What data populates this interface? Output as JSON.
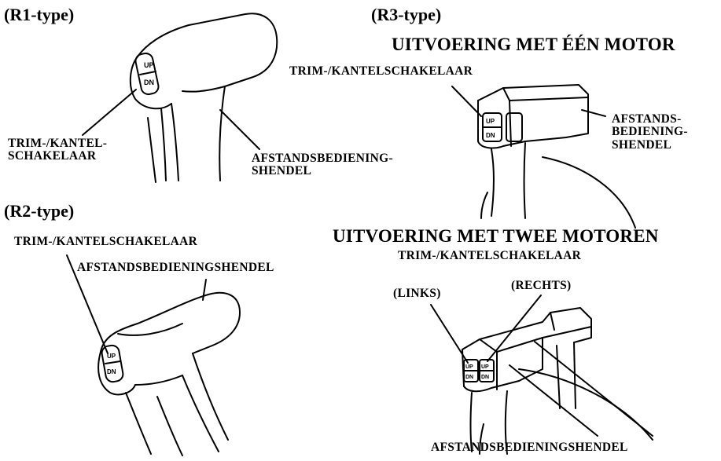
{
  "r1": {
    "heading": "(R1-type)",
    "switch_label_line1": "TRIM-/KANTEL-",
    "switch_label_line2": "SCHAKELAAR",
    "lever_label_line1": "AFSTANDSBEDIENING-",
    "lever_label_line2": "SHENDEL"
  },
  "r2": {
    "heading": "(R2-type)",
    "switch_label": "TRIM-/KANTELSCHAKELAAR",
    "lever_label": "AFSTANDSBEDIENINGSHENDEL"
  },
  "r3": {
    "heading": "(R3-type)",
    "single": {
      "title": "UITVOERING MET ÉÉN MOTOR",
      "switch_label": "TRIM-/KANTELSCHAKELAAR",
      "lever_label_line1": "AFSTANDS-",
      "lever_label_line2": "BEDIENING-",
      "lever_label_line3": "SHENDEL"
    },
    "twin": {
      "title": "UITVOERING MET TWEE MOTOREN",
      "switch_label": "TRIM-/KANTELSCHAKELAAR",
      "left_label": "(LINKS)",
      "right_label": "(RECHTS)",
      "lever_label": "AFSTANDSBEDIENINGSHENDEL"
    }
  },
  "switch_text": {
    "up": "UP",
    "down": "DN"
  }
}
